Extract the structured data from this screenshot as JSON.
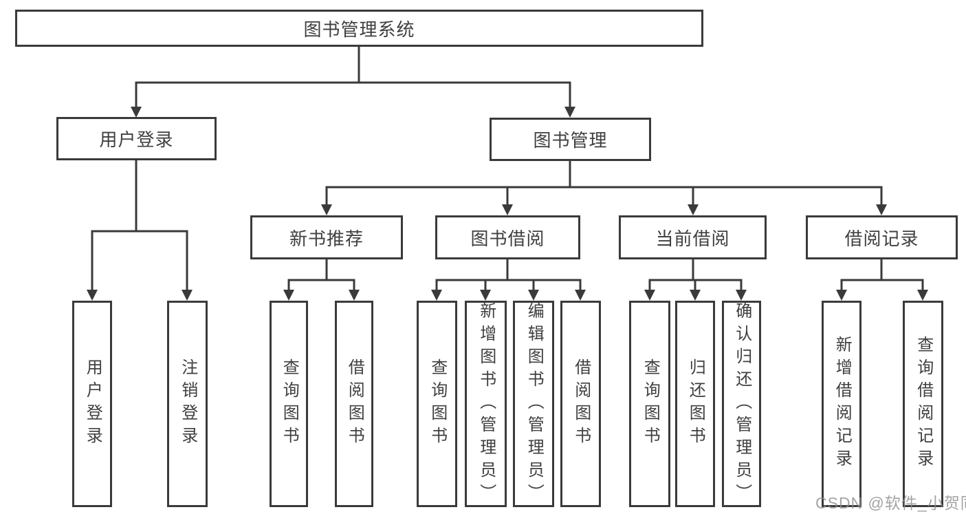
{
  "tree": {
    "root": {
      "label": "图书管理系统"
    },
    "branches": [
      {
        "label": "用户登录",
        "children": [
          {
            "label": "用户登录"
          },
          {
            "label": "注销登录"
          }
        ]
      },
      {
        "label": "图书管理",
        "children": [
          {
            "label": "新书推荐",
            "children": [
              {
                "label": "查询图书"
              },
              {
                "label": "借阅图书"
              }
            ]
          },
          {
            "label": "图书借阅",
            "children": [
              {
                "label": "查询图书"
              },
              {
                "label": "新增图书（管理员）"
              },
              {
                "label": "编辑图书（管理员）"
              },
              {
                "label": "借阅图书"
              }
            ]
          },
          {
            "label": "当前借阅",
            "children": [
              {
                "label": "查询图书"
              },
              {
                "label": "归还图书"
              },
              {
                "label": "确认归还（管理员）"
              }
            ]
          },
          {
            "label": "借阅记录",
            "children": [
              {
                "label": "新增借阅记录"
              },
              {
                "label": "查询借阅记录"
              }
            ]
          }
        ]
      }
    ]
  },
  "watermark": {
    "text": "CSDN @软件_小贺同学"
  },
  "colors": {
    "line": "#3a3a3a",
    "border": "#3a3a3a",
    "text": "#3f3f3f",
    "background": "#ffffff",
    "watermark": "#8d8d8d"
  }
}
